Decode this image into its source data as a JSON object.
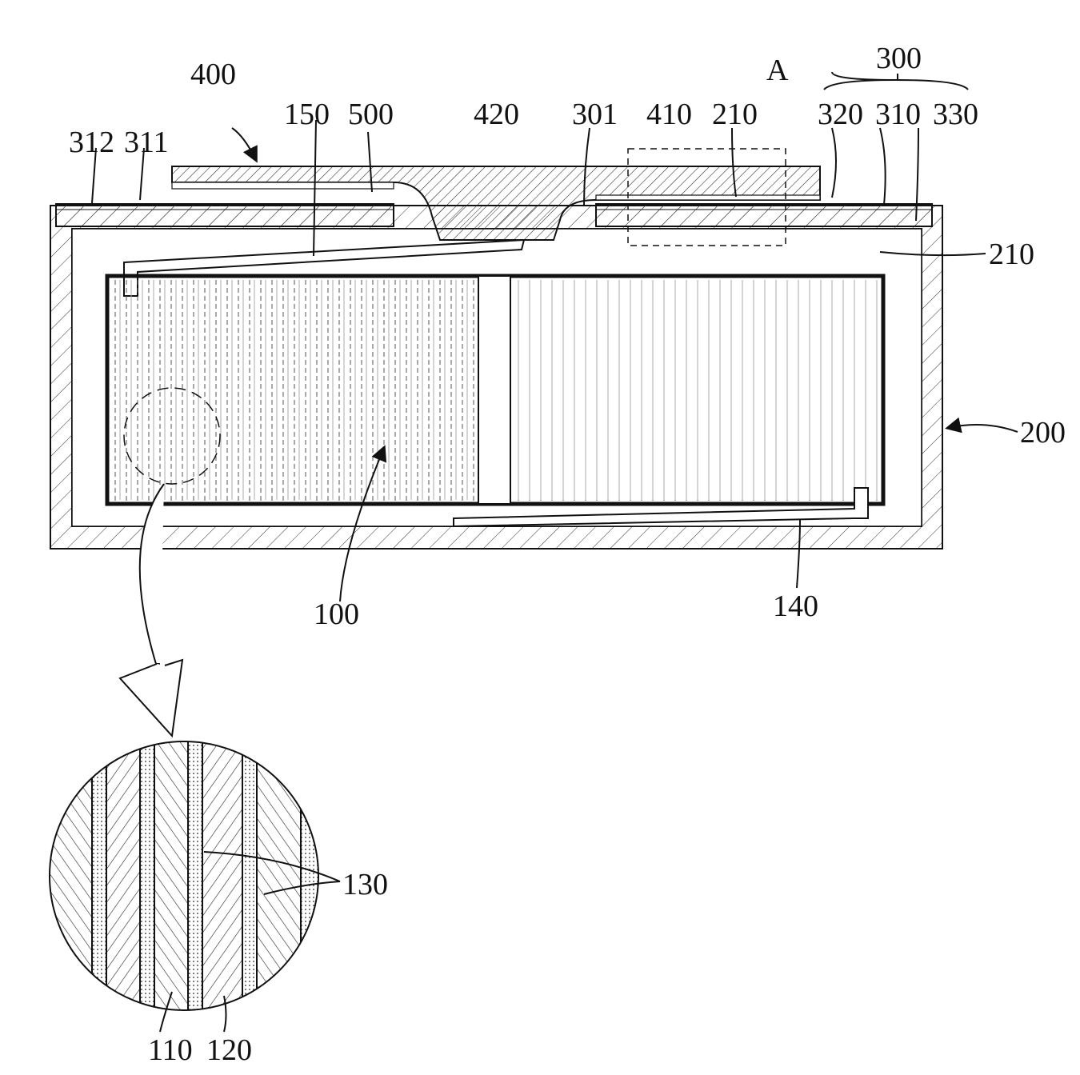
{
  "figure": {
    "labels": {
      "l300": "300",
      "lA": "A",
      "l400": "400",
      "l150": "150",
      "l500": "500",
      "l420": "420",
      "l301": "301",
      "l410": "410",
      "l210_top": "210",
      "l320": "320",
      "l310": "310",
      "l330": "330",
      "l312": "312",
      "l311": "311",
      "l210_side": "210",
      "l200": "200",
      "l100": "100",
      "l140": "140",
      "l130": "130",
      "l110": "110",
      "l120": "120"
    }
  },
  "colors": {
    "line": "#111111",
    "background": "#ffffff"
  }
}
